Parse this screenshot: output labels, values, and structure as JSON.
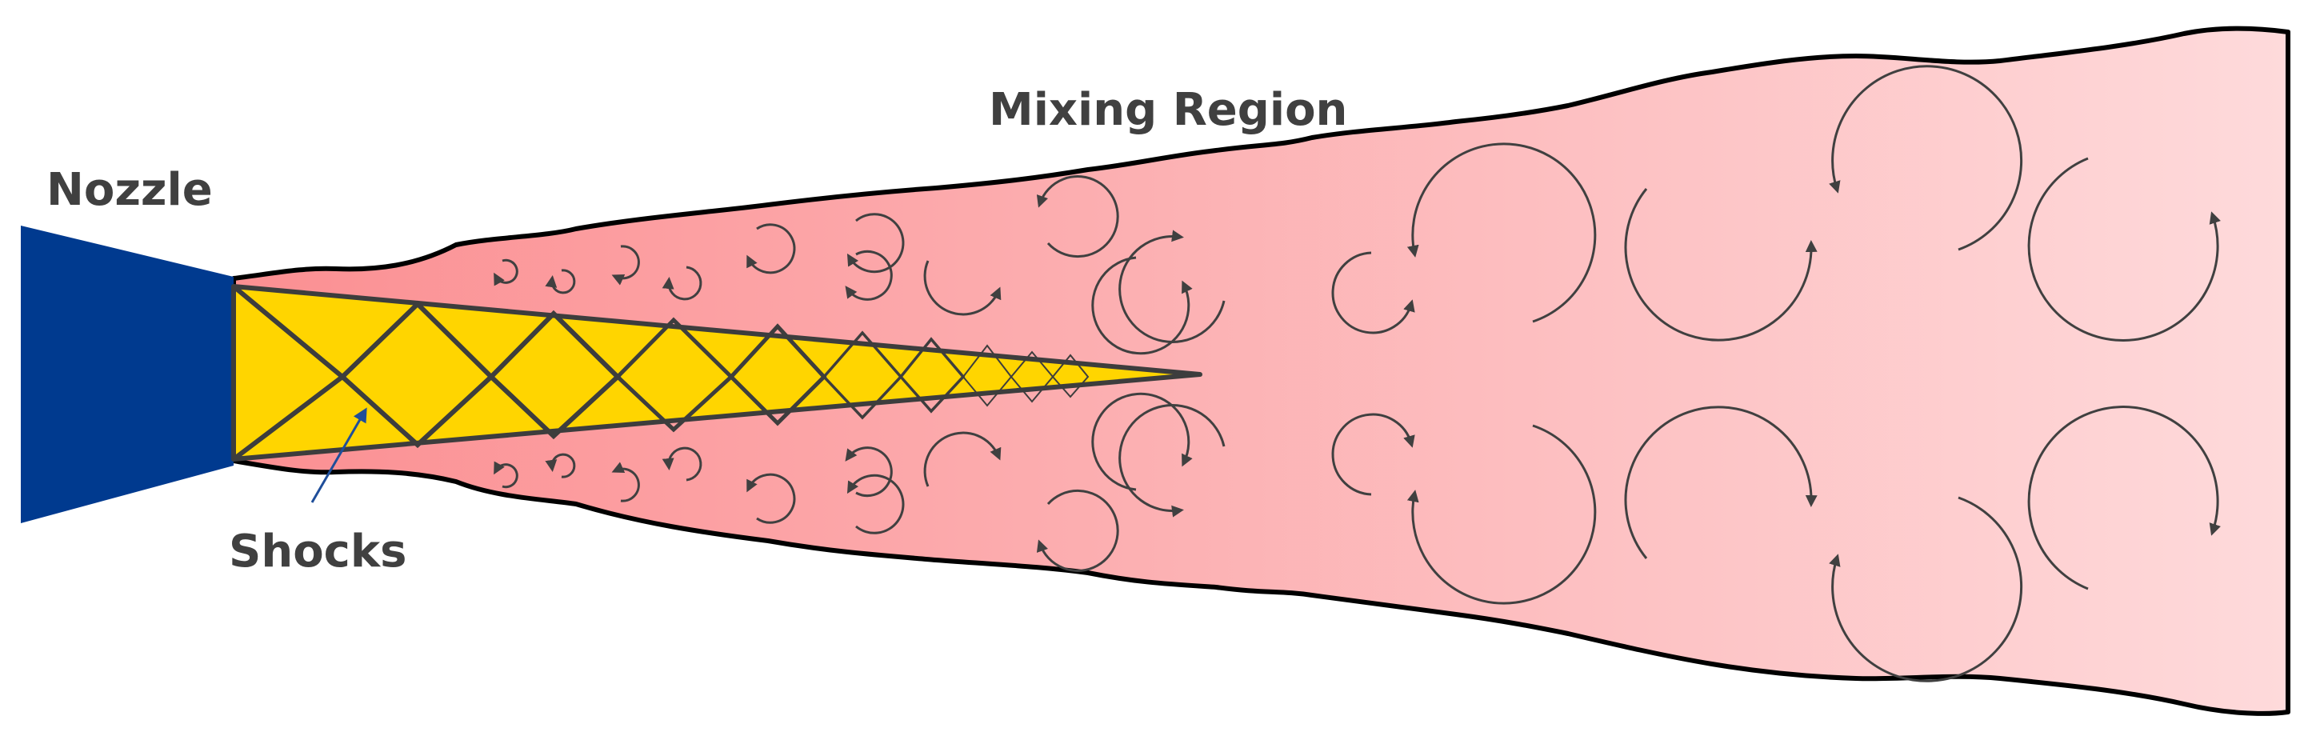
{
  "labels": {
    "nozzle": "Nozzle",
    "mixing_region": "Mixing Region",
    "shocks": "Shocks"
  },
  "colors": {
    "nozzle": "#003a8f",
    "shock_core": "#ffd500",
    "shock_lines": "#3d3d3d",
    "plume_start": "#fb8f92",
    "plume_end": "#fedadb",
    "outline": "#000000",
    "vortex": "#404040",
    "leader_arrow": "#1f4e9a",
    "label_text": "#404040"
  },
  "icons": [
    "vortex-arrow-icon",
    "leader-arrow-icon"
  ]
}
